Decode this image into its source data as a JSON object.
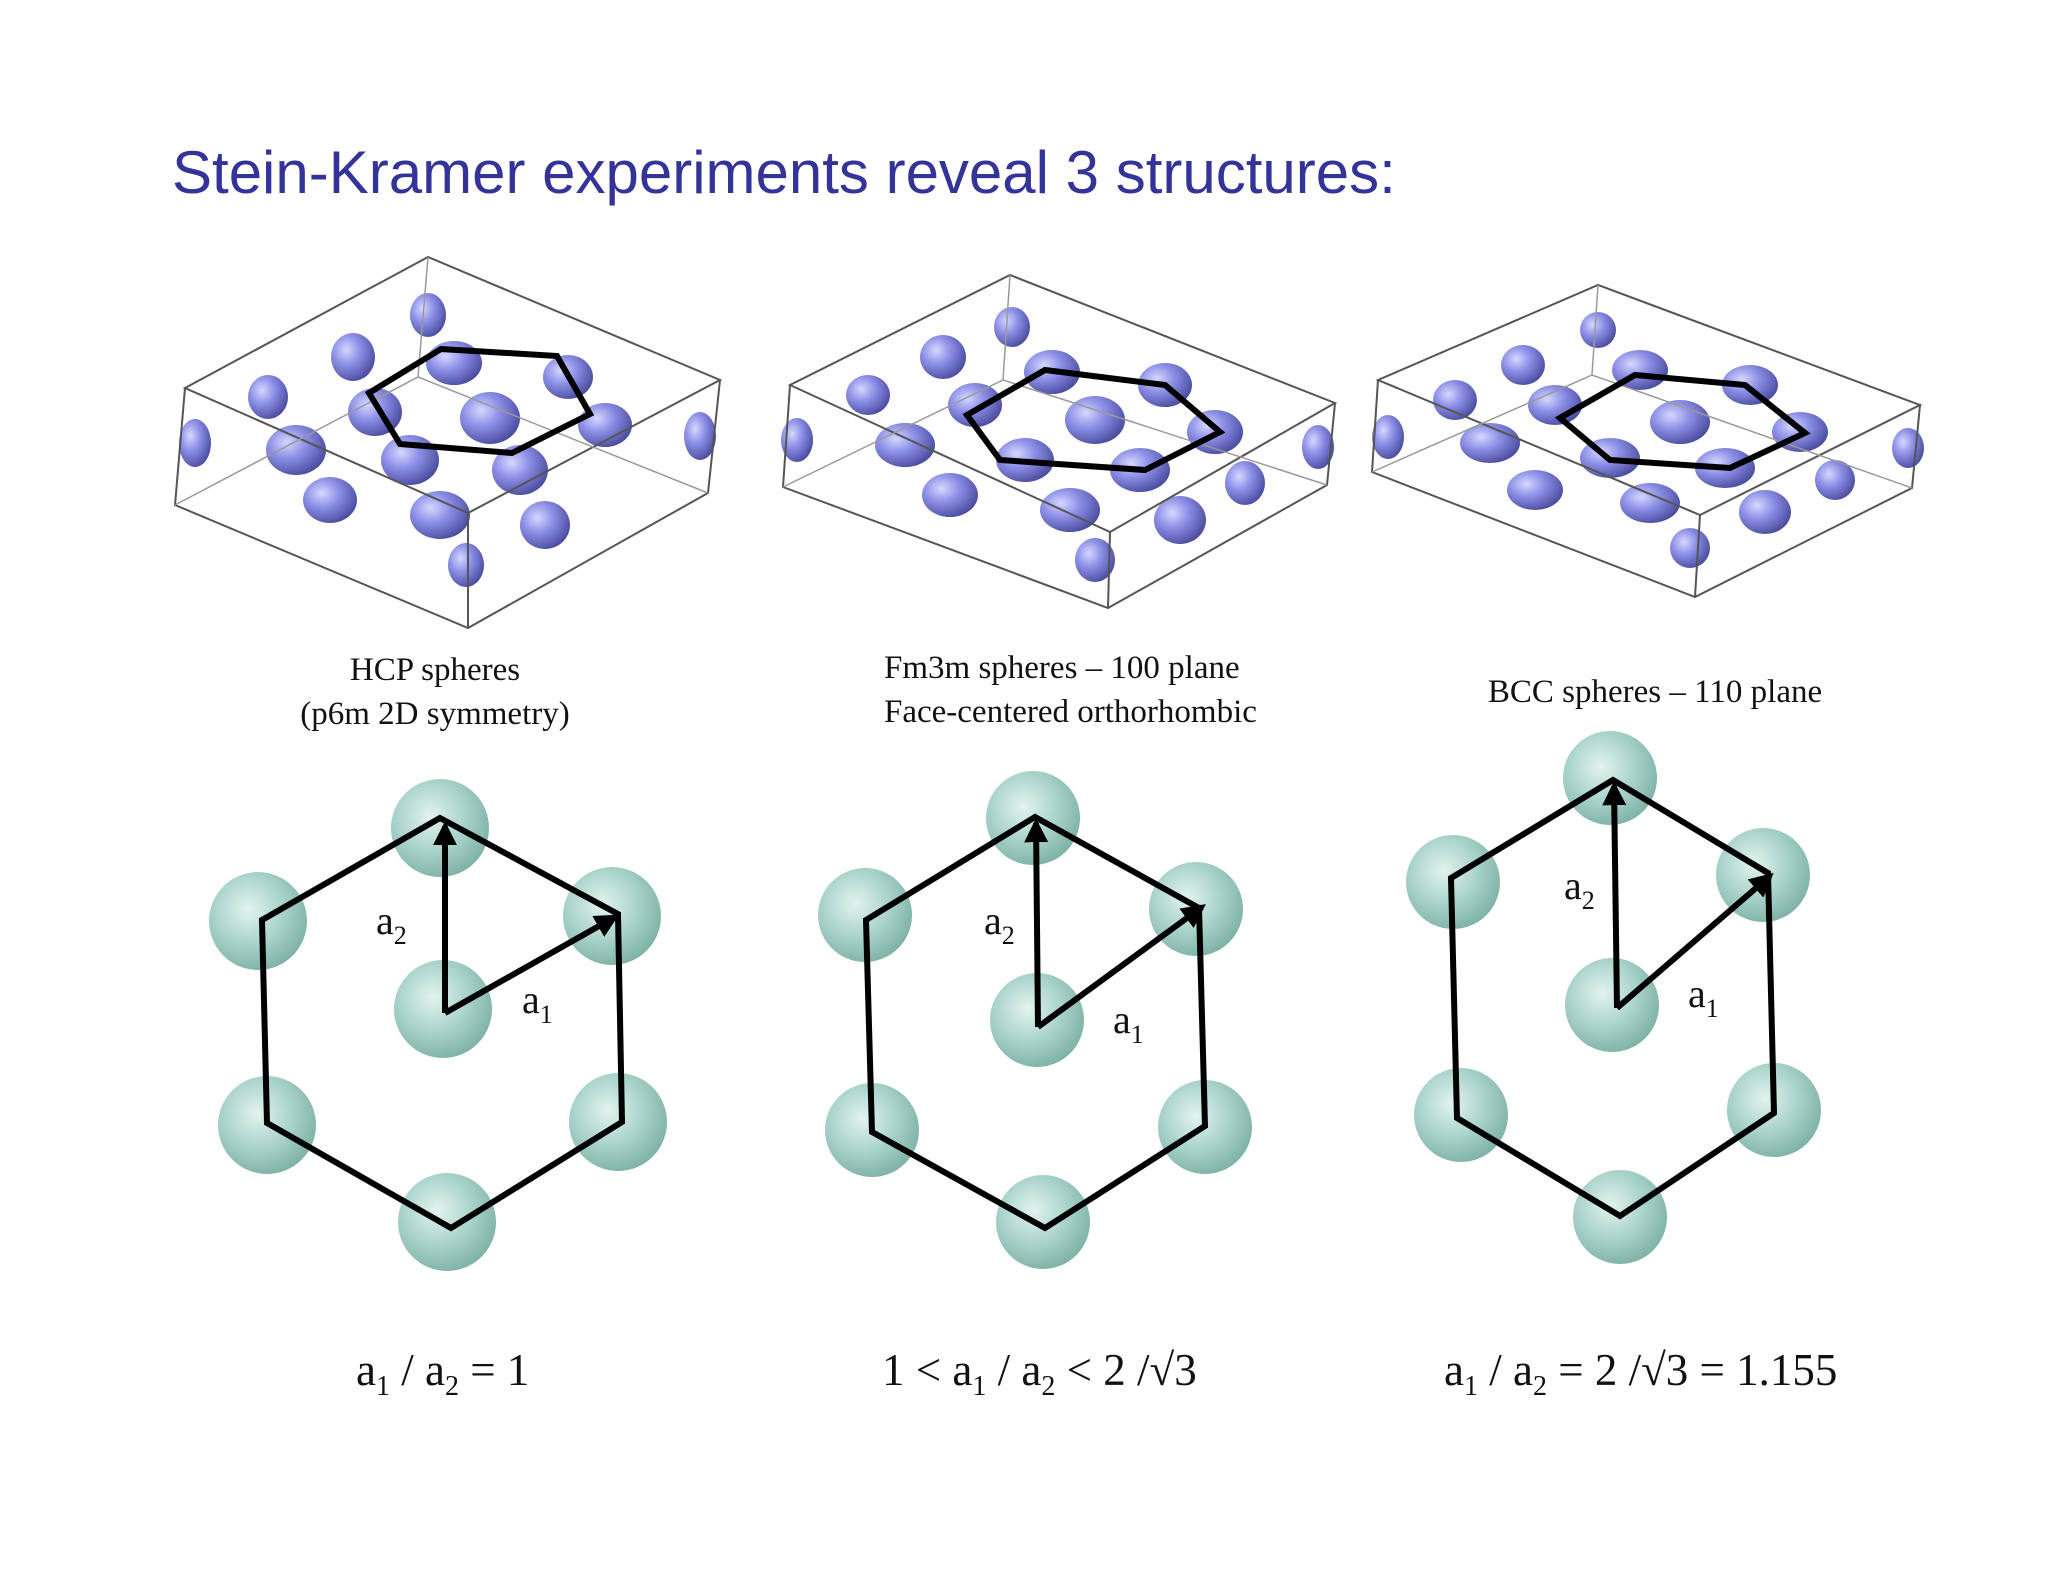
{
  "title": "Stein-Kramer experiments reveal 3 structures:",
  "colors": {
    "title": "#333399",
    "domain_3d": "#8c8fe6",
    "sphere_2d": "#a9d3ca",
    "lines": "#000000"
  },
  "panels": [
    {
      "caption_lines": [
        "HCP spheres",
        "(p6m 2D symmetry)"
      ],
      "vector_labels": {
        "a1": "a",
        "a1_sub": "1",
        "a2": "a",
        "a2_sub": "2"
      },
      "ratio": {
        "a": "a",
        "s1": "1",
        "mid": " / a",
        "s2": "2",
        "tail": " = 1",
        "lead": ""
      }
    },
    {
      "caption_lines": [
        "Fm3m spheres – 100 plane",
        "Face-centered orthorhombic"
      ],
      "vector_labels": {
        "a1": "a",
        "a1_sub": "1",
        "a2": "a",
        "a2_sub": "2"
      },
      "ratio": {
        "lead": "1 < ",
        "a": "a",
        "s1": "1",
        "mid": " / a",
        "s2": "2",
        "tail": " < 2 /√3"
      }
    },
    {
      "caption_lines": [
        "BCC spheres – 110 plane"
      ],
      "vector_labels": {
        "a1": "a",
        "a1_sub": "1",
        "a2": "a",
        "a2_sub": "2"
      },
      "ratio": {
        "lead": "",
        "a": "a",
        "s1": "1",
        "mid": " / a",
        "s2": "2",
        "tail": " = 2 /√3 = 1.155"
      }
    }
  ]
}
